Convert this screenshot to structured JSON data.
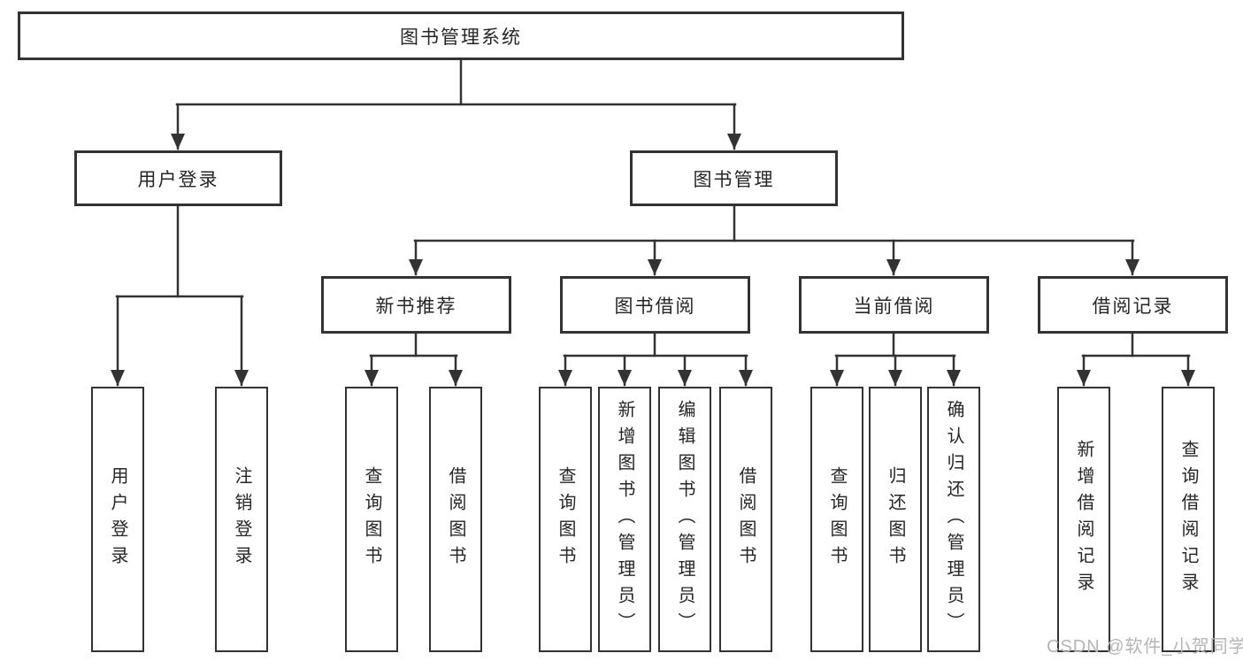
{
  "diagram": {
    "root": "图书管理系统",
    "level2": [
      {
        "label": "用户登录"
      },
      {
        "label": "图书管理"
      }
    ],
    "level3": [
      {
        "label": "新书推荐"
      },
      {
        "label": "图书借阅"
      },
      {
        "label": "当前借阅"
      },
      {
        "label": "借阅记录"
      }
    ],
    "leaves": {
      "user_login": [
        "用户登录",
        "注销登录"
      ],
      "new_books": [
        "查询图书",
        "借阅图书"
      ],
      "borrowing": [
        "查询图书",
        "新增图书（管理员）",
        "编辑图书（管理员）",
        "借阅图书"
      ],
      "current": [
        "查询图书",
        "归还图书",
        "确认归还（管理员）"
      ],
      "records": [
        "新增借阅记录",
        "查询借阅记录"
      ]
    }
  },
  "watermark": "CSDN @软件_小贺同学",
  "colors": {
    "line": "#333333",
    "border": "#333333",
    "text": "#262626",
    "watermark": "#b5b5b5",
    "background": "#ffffff"
  }
}
